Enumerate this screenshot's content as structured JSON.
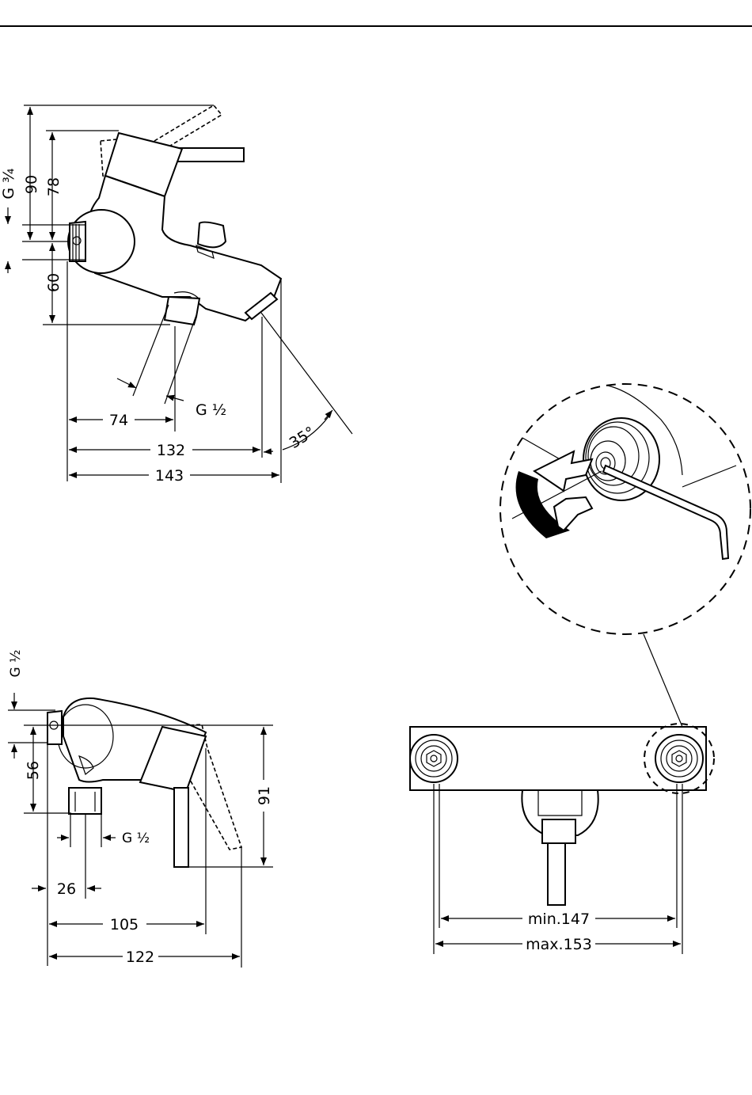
{
  "drawing": {
    "top_view": {
      "dim_90": "90",
      "dim_78": "78",
      "dim_60": "60",
      "thread_inlet": "G ¾",
      "thread_outlet": "G ½",
      "dim_74": "74",
      "dim_132": "132",
      "dim_143": "143",
      "angle_35": "35°"
    },
    "side_view": {
      "thread_top": "G ½",
      "dim_56": "56",
      "thread_bottom": "G ½",
      "dim_91": "91",
      "dim_26": "26",
      "dim_105": "105",
      "dim_122": "122"
    },
    "wall_view": {
      "dim_min": "min.147",
      "dim_max": "max.153"
    }
  }
}
